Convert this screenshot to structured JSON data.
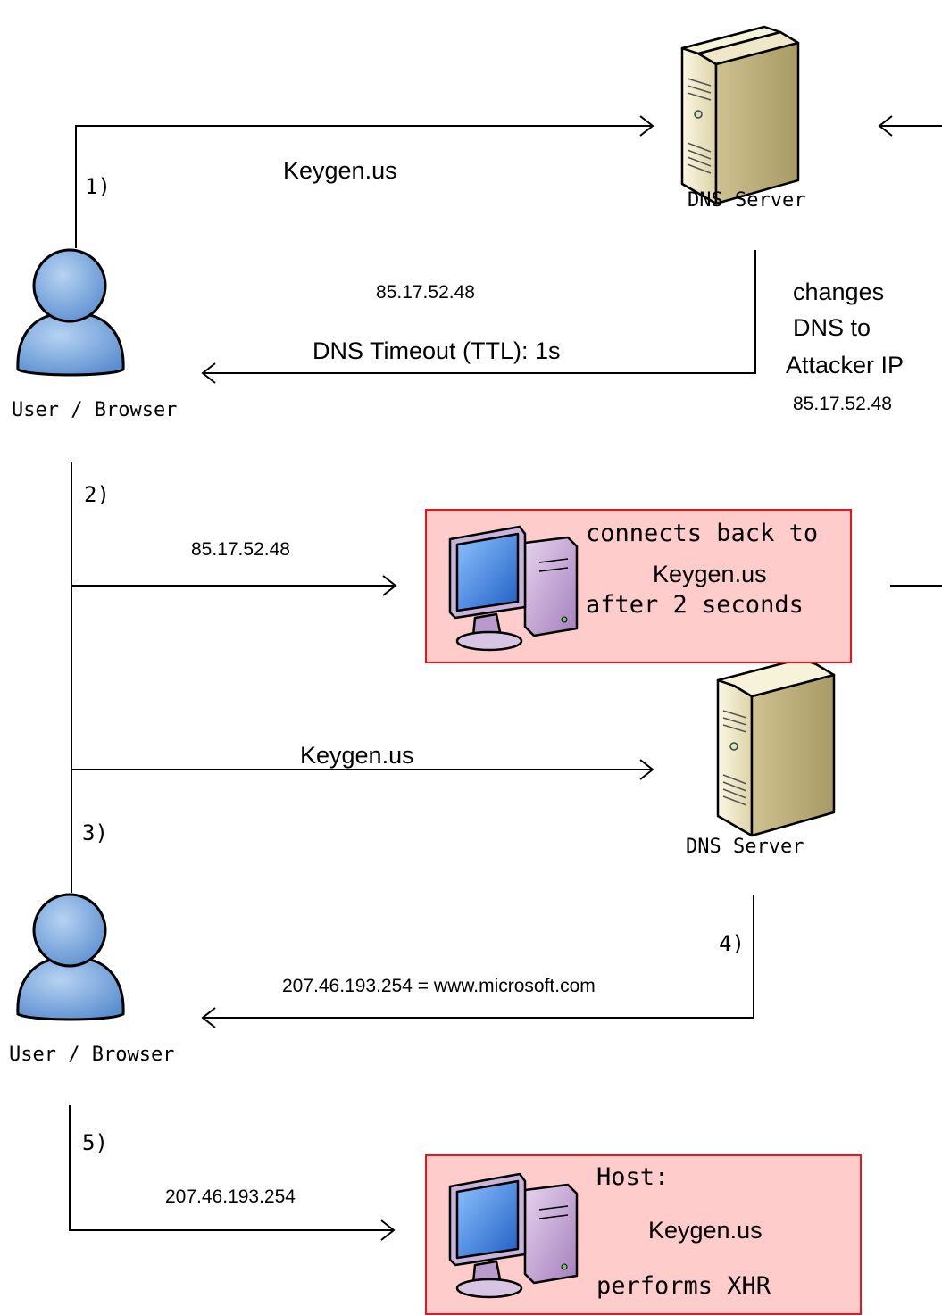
{
  "steps": [
    "1)",
    "2)",
    "3)",
    "4)",
    "5)"
  ],
  "actors": {
    "user_top": "User / Browser",
    "user_bottom": "User / Browser",
    "dns_top": "DNS Server",
    "dns_bottom": "DNS Server"
  },
  "labels": {
    "req1": "Keygen.us",
    "ip_top": "85.17.52.48",
    "ttl": "DNS Timeout (TTL): 1s",
    "ip_step2": "85.17.52.48",
    "req3": "Keygen.us",
    "resp4": "207.46.193.254 = www.microsoft.com",
    "ip_step5": "207.46.193.254"
  },
  "side_note": {
    "line1": "changes",
    "line2": "DNS  to",
    "line3": "Attacker IP",
    "ip": "85.17.52.48"
  },
  "attacker_box": {
    "line1": "connects back to",
    "line2": "Keygen.us",
    "line3": "after 2 seconds"
  },
  "target_box": {
    "line1": "Host:",
    "line2": "Keygen.us",
    "line3": "performs XHR"
  },
  "colors": {
    "box_fill": "#ffcccc",
    "box_border": "#e8141e",
    "user_icon": "#6e9fd8",
    "server_body": "#efe8c8",
    "monitor_screen": "#3a7fd8",
    "computer_body": "#c7a8d6"
  }
}
